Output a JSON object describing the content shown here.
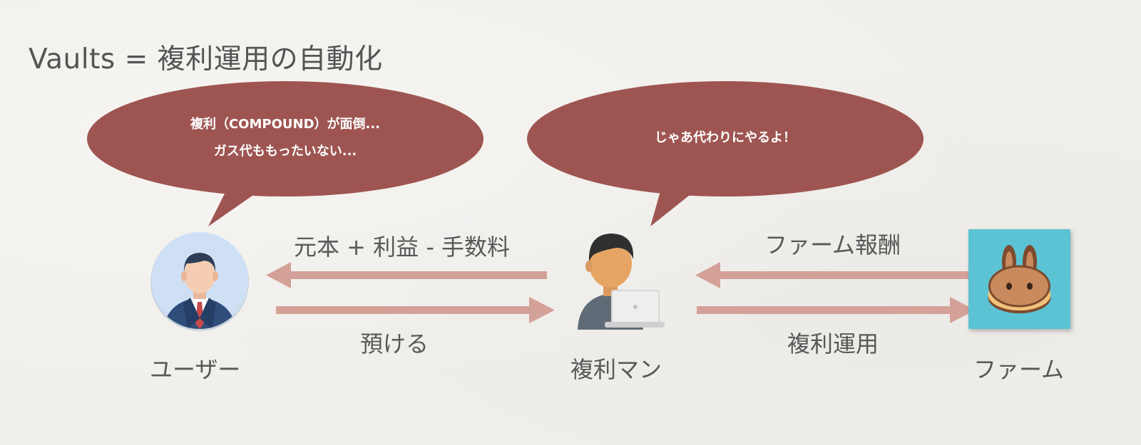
{
  "slide": {
    "title": "Vaults = 複利運用の自動化",
    "bubble_user": {
      "line1": "複利（COMPOUND）が面倒...",
      "line2": "ガス代ももったいない..."
    },
    "bubble_compounder": {
      "line1": "じゃあ代わりにやるよ！"
    },
    "arrow_labels": {
      "returns": "元本 + 利益 - 手数料",
      "deposit": "預ける",
      "farm_reward": "ファーム報酬",
      "compound": "複利運用"
    },
    "actors": {
      "user": "ユーザー",
      "compounder": "複利マン",
      "farm": "ファーム"
    }
  },
  "colors": {
    "bubble": "#9e5551",
    "arrow": "#d4a198",
    "farm_bg": "#5bc3d3",
    "background": "#f1efeb"
  },
  "icons": {
    "user": "businessman-avatar-icon",
    "compounder": "person-with-laptop-icon",
    "farm": "pancake-bunny-icon"
  }
}
